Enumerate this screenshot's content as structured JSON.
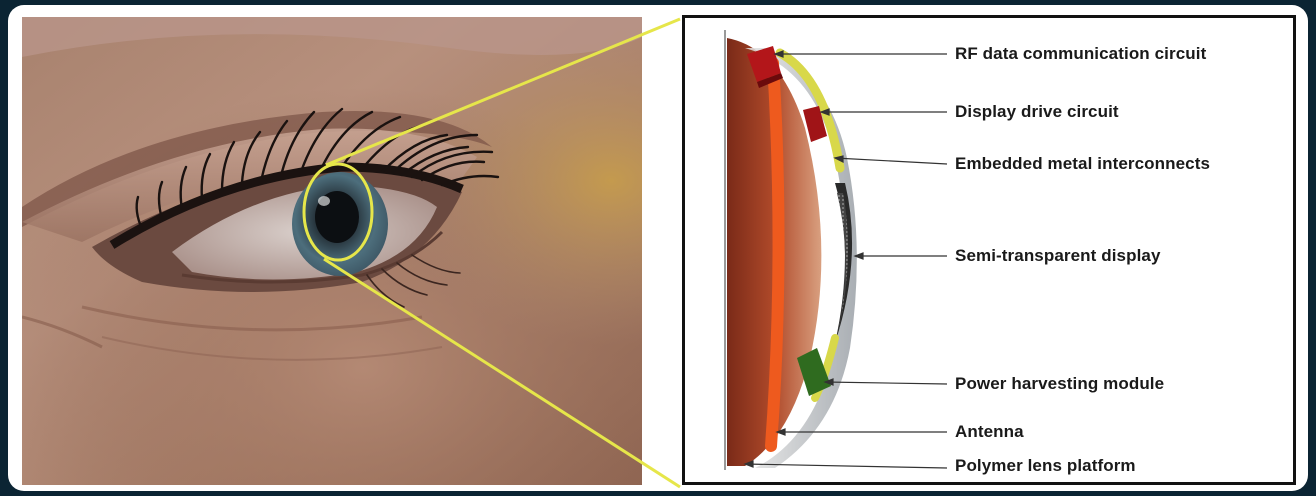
{
  "labels": {
    "rf": "RF data communication circuit",
    "display_drive": "Display drive circuit",
    "metal": "Embedded metal interconnects",
    "display": "Semi-transparent display",
    "power": "Power harvesting module",
    "antenna": "Antenna",
    "polymer": "Polymer lens platform"
  },
  "colors": {
    "background": "#0b2433",
    "callout": "#e6e64a",
    "antenna": "#ee5a1e",
    "circuit": "#b3161a",
    "power_module": "#2f6b1f",
    "interconnect": "#d8d84a"
  }
}
